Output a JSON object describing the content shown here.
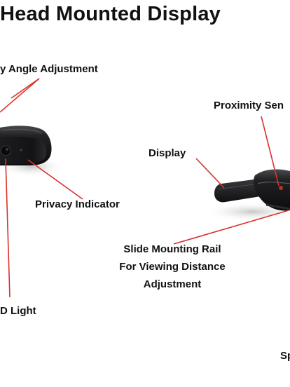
{
  "title": "Head Mounted Display",
  "labels": {
    "display_angle": "y Angle Adjustment",
    "proximity": "Proximity Sen",
    "display": "Display",
    "privacy": "Privacy Indicator",
    "slide_line1": "Slide Mounting Rail",
    "slide_line2": "For Viewing Distance",
    "slide_line3": "Adjustment",
    "led": "D Light",
    "speaker": "Sp"
  },
  "colors": {
    "callout_line": "#d9322c",
    "label_text": "#111111",
    "device_body": "#1a1a1c"
  }
}
